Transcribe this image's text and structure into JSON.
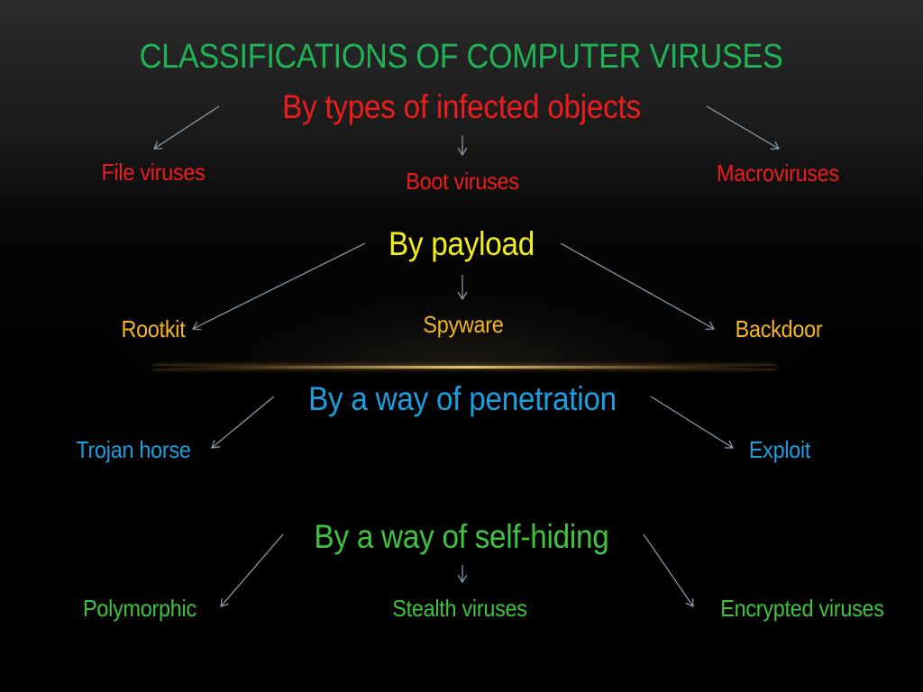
{
  "title": "CLASSIFICATIONS OF COMPUTER VIRUSES",
  "colors": {
    "title": "#1fb356",
    "infected": "#ee1c1c",
    "payload_header": "#f2ee1e",
    "payload_items": "#f5b524",
    "penetration": "#1a9fe0",
    "selfhiding": "#3ec43e",
    "arrow": "#8ea0b0",
    "divider": "#e8c27a"
  },
  "groups": [
    {
      "header": "By types of infected objects",
      "items": [
        "File viruses",
        "Boot viruses",
        "Macroviruses"
      ]
    },
    {
      "header": "By payload",
      "items": [
        "Rootkit",
        "Spyware",
        "Backdoor"
      ]
    },
    {
      "header": "By a way of penetration",
      "items": [
        "Trojan horse",
        "Exploit"
      ]
    },
    {
      "header": "By a way of self-hiding",
      "items": [
        "Polymorphic",
        "Stealth viruses",
        "Encrypted viruses"
      ]
    }
  ]
}
